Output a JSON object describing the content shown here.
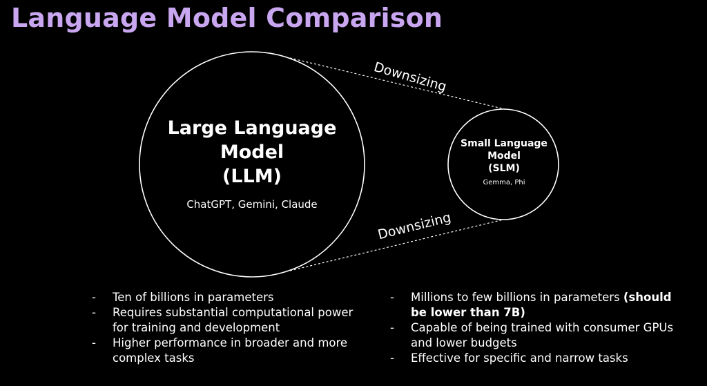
{
  "title": "Language Model Comparison",
  "colors": {
    "background": "#000000",
    "title": "#c9a6f0",
    "text": "#ffffff",
    "lines": "#ffffff"
  },
  "llm": {
    "name_lines": [
      "Large Language",
      "Model",
      "(LLM)"
    ],
    "examples": "ChatGPT, Gemini, Claude",
    "bullets": [
      "Ten of billions in parameters",
      "Requires substantial computational power for training and development",
      "Higher performance in broader and more complex tasks"
    ]
  },
  "slm": {
    "name_lines": [
      "Small Language",
      "Model",
      "(SLM)"
    ],
    "examples": "Gemma, Phi",
    "bullets": [
      {
        "text": "Millions to few billions in parameters",
        "bold": "(should be lower than 7B)"
      },
      {
        "text": "Capable of being trained with consumer GPUs and lower budgets",
        "bold": ""
      },
      {
        "text": "Effective for specific and narrow tasks",
        "bold": ""
      }
    ]
  },
  "connectors": {
    "top_label": "Downsizing",
    "bottom_label": "Downsizing"
  }
}
